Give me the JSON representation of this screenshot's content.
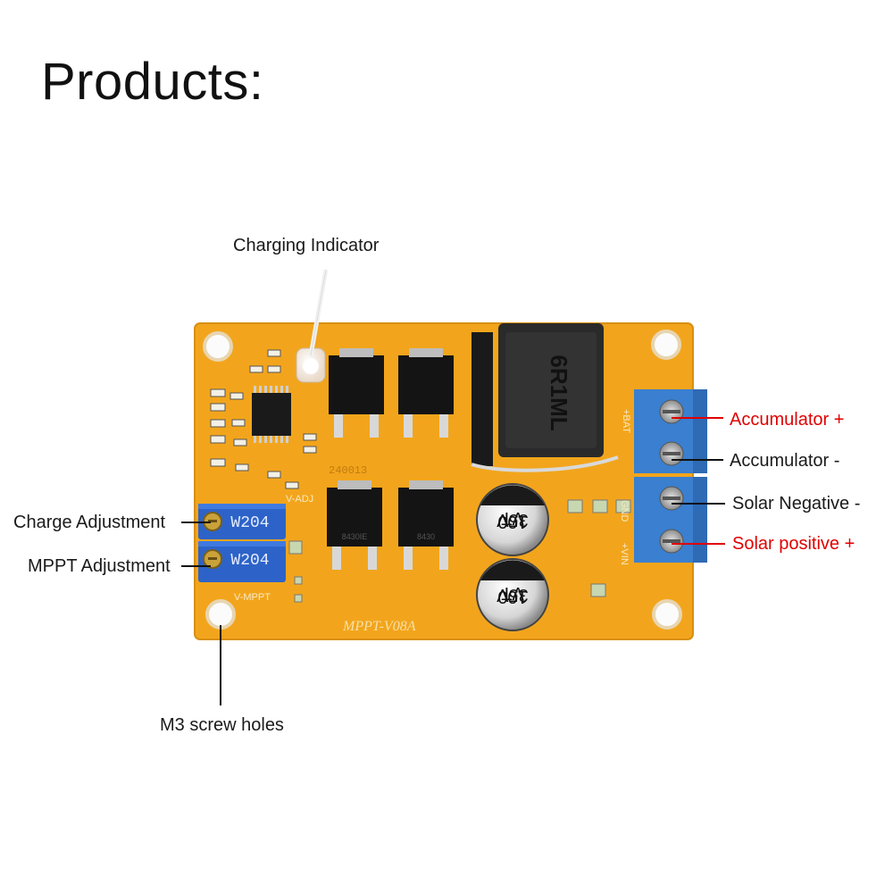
{
  "heading": "Products:",
  "labels": {
    "charging_indicator": "Charging Indicator",
    "charge_adjustment": "Charge Adjustment",
    "mppt_adjustment": "MPPT Adjustment",
    "screw_holes": "M3 screw holes",
    "accumulator_plus": "Accumulator +",
    "accumulator_minus": "Accumulator -",
    "solar_negative": "Solar Negative -",
    "solar_positive": "Solar positive +"
  },
  "board": {
    "model": "MPPT-V08A",
    "pot_code_top": "W204",
    "pot_code_bottom": "W204",
    "silk_v_adj": "V-ADJ",
    "silk_v_mppt": "V-MPPT",
    "silk_bat": "+BAT",
    "silk_gnd": "GND",
    "silk_vin": "+VIN",
    "silk_code": "240013",
    "inductor_marking": "6R1ML",
    "cap_top_line1": "100",
    "cap_top_line2": "35V",
    "cap_top_line3": "VT",
    "cap_bottom_line1": "100",
    "cap_bottom_line2": "35V",
    "cap_bottom_line3": "VT",
    "mosfet_marking_1": "8430IE",
    "mosfet_marking_2": "8430"
  },
  "colors": {
    "pcb": "#f2a51c",
    "terminal": "#3a7fd0",
    "potentiometer": "#2d63c8",
    "accent_red": "#e00000"
  }
}
